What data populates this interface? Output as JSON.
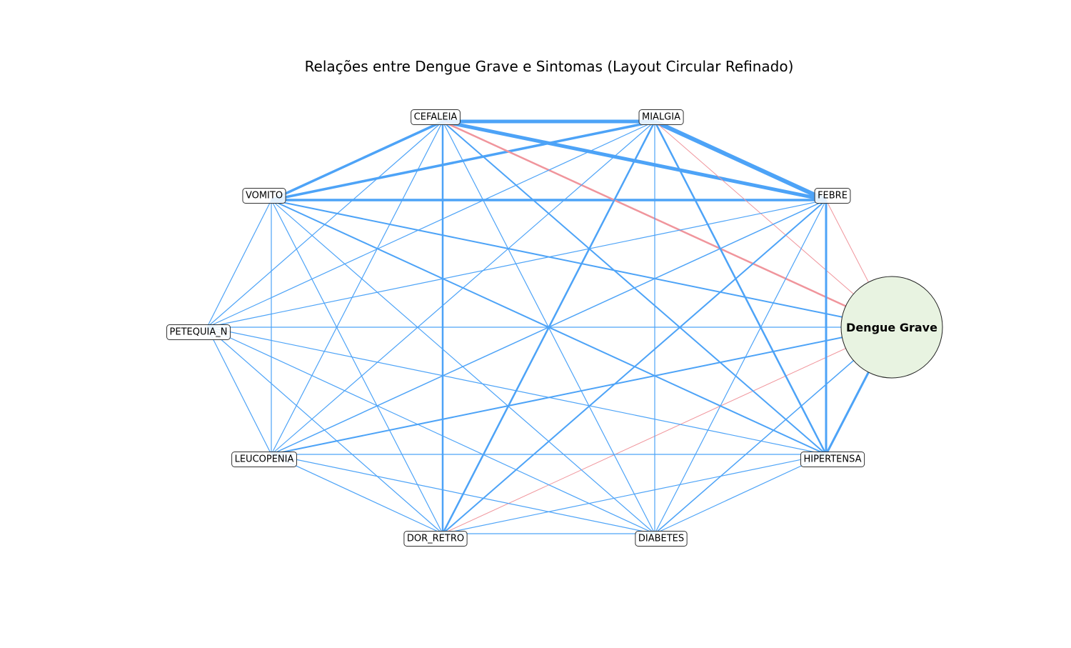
{
  "title": "Relações entre Dengue Grave e Sintomas (Layout Circular Refinado)",
  "colors": {
    "positive": "#4da3f7",
    "negative": "#f0959c",
    "hub_fill": "#e8f3e1"
  },
  "hub": {
    "id": "DENGUE_GRAVE",
    "label": "Dengue Grave"
  },
  "nodes": [
    {
      "id": "CEFALEIA",
      "label": "CEFALEIA"
    },
    {
      "id": "MIALGIA",
      "label": "MIALGIA"
    },
    {
      "id": "FEBRE",
      "label": "FEBRE"
    },
    {
      "id": "VOMITO",
      "label": "VOMITO"
    },
    {
      "id": "PETEQUIA_N",
      "label": "PETEQUIA_N"
    },
    {
      "id": "LEUCOPENIA",
      "label": "LEUCOPENIA"
    },
    {
      "id": "HIPERTENSA",
      "label": "HIPERTENSA"
    },
    {
      "id": "DOR_RETRO",
      "label": "DOR_RETRO"
    },
    {
      "id": "DIABETES",
      "label": "DIABETES"
    }
  ],
  "edges": [
    {
      "source": "CEFALEIA",
      "target": "MIALGIA",
      "sign": "positive",
      "weight": 5
    },
    {
      "source": "CEFALEIA",
      "target": "FEBRE",
      "sign": "positive",
      "weight": 5
    },
    {
      "source": "MIALGIA",
      "target": "FEBRE",
      "sign": "positive",
      "weight": 6
    },
    {
      "source": "VOMITO",
      "target": "CEFALEIA",
      "sign": "positive",
      "weight": 3.5
    },
    {
      "source": "VOMITO",
      "target": "MIALGIA",
      "sign": "positive",
      "weight": 3.5
    },
    {
      "source": "VOMITO",
      "target": "FEBRE",
      "sign": "positive",
      "weight": 3.5
    },
    {
      "source": "CEFALEIA",
      "target": "DENGUE_GRAVE",
      "sign": "negative",
      "weight": 2.5
    },
    {
      "source": "MIALGIA",
      "target": "DENGUE_GRAVE",
      "sign": "negative",
      "weight": 1
    },
    {
      "source": "FEBRE",
      "target": "DENGUE_GRAVE",
      "sign": "negative",
      "weight": 1
    },
    {
      "source": "DOR_RETRO",
      "target": "DENGUE_GRAVE",
      "sign": "negative",
      "weight": 1
    },
    {
      "source": "CEFALEIA",
      "target": "DOR_RETRO",
      "sign": "positive",
      "weight": 2.5
    },
    {
      "source": "CEFALEIA",
      "target": "HIPERTENSA",
      "sign": "positive",
      "weight": 2
    },
    {
      "source": "CEFALEIA",
      "target": "DIABETES",
      "sign": "positive",
      "weight": 1.2
    },
    {
      "source": "CEFALEIA",
      "target": "PETEQUIA_N",
      "sign": "positive",
      "weight": 1.2
    },
    {
      "source": "CEFALEIA",
      "target": "LEUCOPENIA",
      "sign": "positive",
      "weight": 1.2
    },
    {
      "source": "MIALGIA",
      "target": "DOR_RETRO",
      "sign": "positive",
      "weight": 2.5
    },
    {
      "source": "MIALGIA",
      "target": "HIPERTENSA",
      "sign": "positive",
      "weight": 2.5
    },
    {
      "source": "MIALGIA",
      "target": "DIABETES",
      "sign": "positive",
      "weight": 1.2
    },
    {
      "source": "MIALGIA",
      "target": "PETEQUIA_N",
      "sign": "positive",
      "weight": 1.2
    },
    {
      "source": "MIALGIA",
      "target": "LEUCOPENIA",
      "sign": "positive",
      "weight": 1.2
    },
    {
      "source": "FEBRE",
      "target": "HIPERTENSA",
      "sign": "positive",
      "weight": 3
    },
    {
      "source": "FEBRE",
      "target": "DOR_RETRO",
      "sign": "positive",
      "weight": 2
    },
    {
      "source": "FEBRE",
      "target": "DIABETES",
      "sign": "positive",
      "weight": 1.2
    },
    {
      "source": "FEBRE",
      "target": "PETEQUIA_N",
      "sign": "positive",
      "weight": 1.2
    },
    {
      "source": "FEBRE",
      "target": "LEUCOPENIA",
      "sign": "positive",
      "weight": 1.5
    },
    {
      "source": "VOMITO",
      "target": "DENGUE_GRAVE",
      "sign": "positive",
      "weight": 2
    },
    {
      "source": "VOMITO",
      "target": "HIPERTENSA",
      "sign": "positive",
      "weight": 2
    },
    {
      "source": "VOMITO",
      "target": "DIABETES",
      "sign": "positive",
      "weight": 1.2
    },
    {
      "source": "VOMITO",
      "target": "DOR_RETRO",
      "sign": "positive",
      "weight": 1.2
    },
    {
      "source": "VOMITO",
      "target": "PETEQUIA_N",
      "sign": "positive",
      "weight": 1.2
    },
    {
      "source": "VOMITO",
      "target": "LEUCOPENIA",
      "sign": "positive",
      "weight": 1.2
    },
    {
      "source": "PETEQUIA_N",
      "target": "DENGUE_GRAVE",
      "sign": "positive",
      "weight": 1.2
    },
    {
      "source": "PETEQUIA_N",
      "target": "HIPERTENSA",
      "sign": "positive",
      "weight": 1.2
    },
    {
      "source": "PETEQUIA_N",
      "target": "DIABETES",
      "sign": "positive",
      "weight": 1.2
    },
    {
      "source": "PETEQUIA_N",
      "target": "DOR_RETRO",
      "sign": "positive",
      "weight": 1.2
    },
    {
      "source": "PETEQUIA_N",
      "target": "LEUCOPENIA",
      "sign": "positive",
      "weight": 1.2
    },
    {
      "source": "LEUCOPENIA",
      "target": "DENGUE_GRAVE",
      "sign": "positive",
      "weight": 2
    },
    {
      "source": "LEUCOPENIA",
      "target": "HIPERTENSA",
      "sign": "positive",
      "weight": 1.2
    },
    {
      "source": "LEUCOPENIA",
      "target": "DIABETES",
      "sign": "positive",
      "weight": 1.2
    },
    {
      "source": "LEUCOPENIA",
      "target": "DOR_RETRO",
      "sign": "positive",
      "weight": 1.2
    },
    {
      "source": "DOR_RETRO",
      "target": "DIABETES",
      "sign": "positive",
      "weight": 1.2
    },
    {
      "source": "DOR_RETRO",
      "target": "HIPERTENSA",
      "sign": "positive",
      "weight": 1.2
    },
    {
      "source": "DIABETES",
      "target": "DENGUE_GRAVE",
      "sign": "positive",
      "weight": 1.5
    },
    {
      "source": "DIABETES",
      "target": "HIPERTENSA",
      "sign": "positive",
      "weight": 1.2
    },
    {
      "source": "HIPERTENSA",
      "target": "DENGUE_GRAVE",
      "sign": "positive",
      "weight": 3
    }
  ]
}
